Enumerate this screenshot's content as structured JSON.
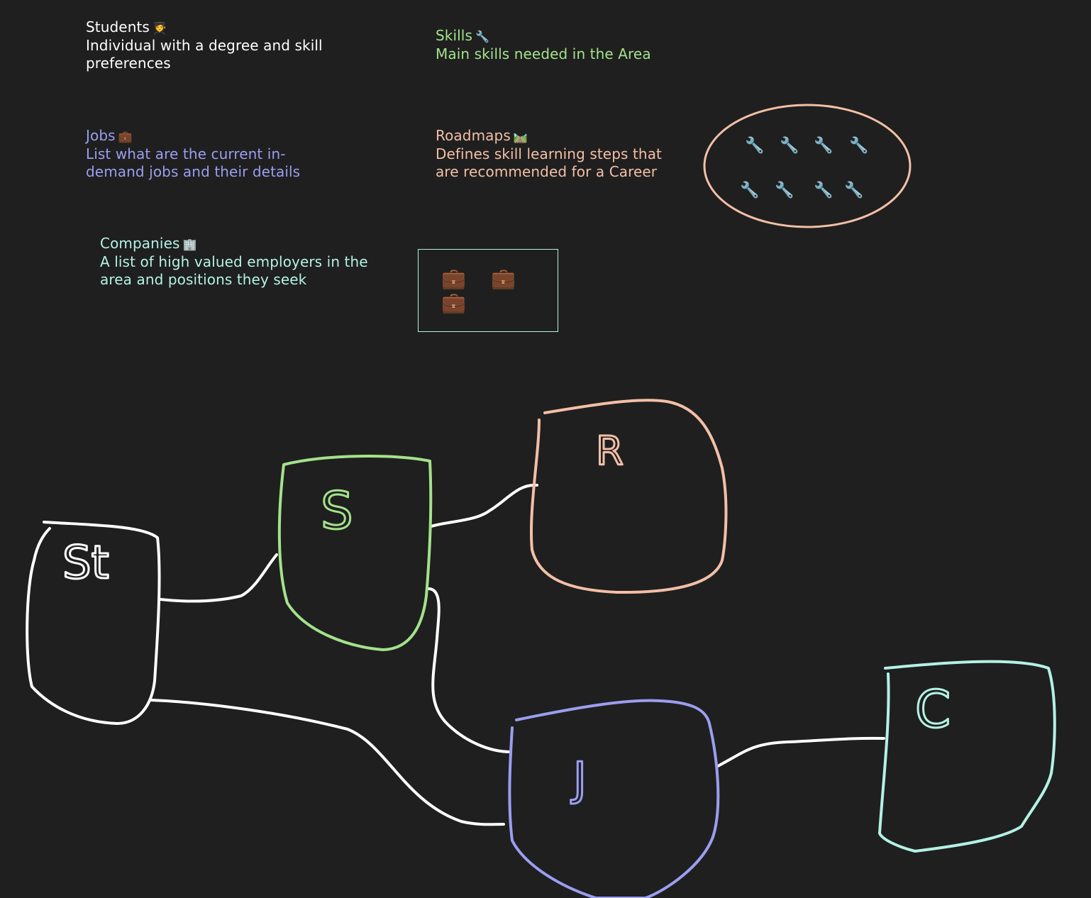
{
  "colors": {
    "background": "#1f1f1f",
    "students": "#ffffff",
    "skills": "#a3e28c",
    "jobs": "#9b9ef0",
    "roadmaps": "#f3bfa7",
    "companies": "#b3f2e3",
    "connector": "#ffffff"
  },
  "notes": {
    "students": {
      "title": "Students",
      "icon": "🧑‍🎓",
      "desc": "Individual with a degree and skill preferences"
    },
    "skills": {
      "title": "Skills",
      "icon": "🔧",
      "desc": "Main skills needed in the Area"
    },
    "jobs": {
      "title": "Jobs",
      "icon": "💼",
      "desc": "List what are the current in-demand jobs and their details"
    },
    "roadmaps": {
      "title": "Roadmaps",
      "icon": "🛤️",
      "desc": "Defines skill learning steps that are recommended for a Career"
    },
    "companies": {
      "title": "Companies",
      "icon": "🏢",
      "desc": "A list of high valued employers in the area and positions they seek"
    }
  },
  "roadmap_cluster": {
    "icon": "wrench-icon",
    "glyph": "🔧",
    "count": 8
  },
  "company_box": {
    "icon": "briefcase-icon",
    "glyph": "💼",
    "count": 3
  },
  "diagram": {
    "nodes": [
      {
        "id": "st",
        "label": "St",
        "entity": "Students",
        "color": "#ffffff"
      },
      {
        "id": "s",
        "label": "S",
        "entity": "Skills",
        "color": "#a3e28c"
      },
      {
        "id": "r",
        "label": "R",
        "entity": "Roadmaps",
        "color": "#f3bfa7"
      },
      {
        "id": "j",
        "label": "J",
        "entity": "Jobs",
        "color": "#9b9ef0"
      },
      {
        "id": "c",
        "label": "C",
        "entity": "Companies",
        "color": "#b3f2e3"
      }
    ],
    "edges": [
      {
        "from": "st",
        "to": "s"
      },
      {
        "from": "s",
        "to": "r"
      },
      {
        "from": "s",
        "to": "j"
      },
      {
        "from": "st",
        "to": "j"
      },
      {
        "from": "j",
        "to": "c"
      }
    ]
  }
}
